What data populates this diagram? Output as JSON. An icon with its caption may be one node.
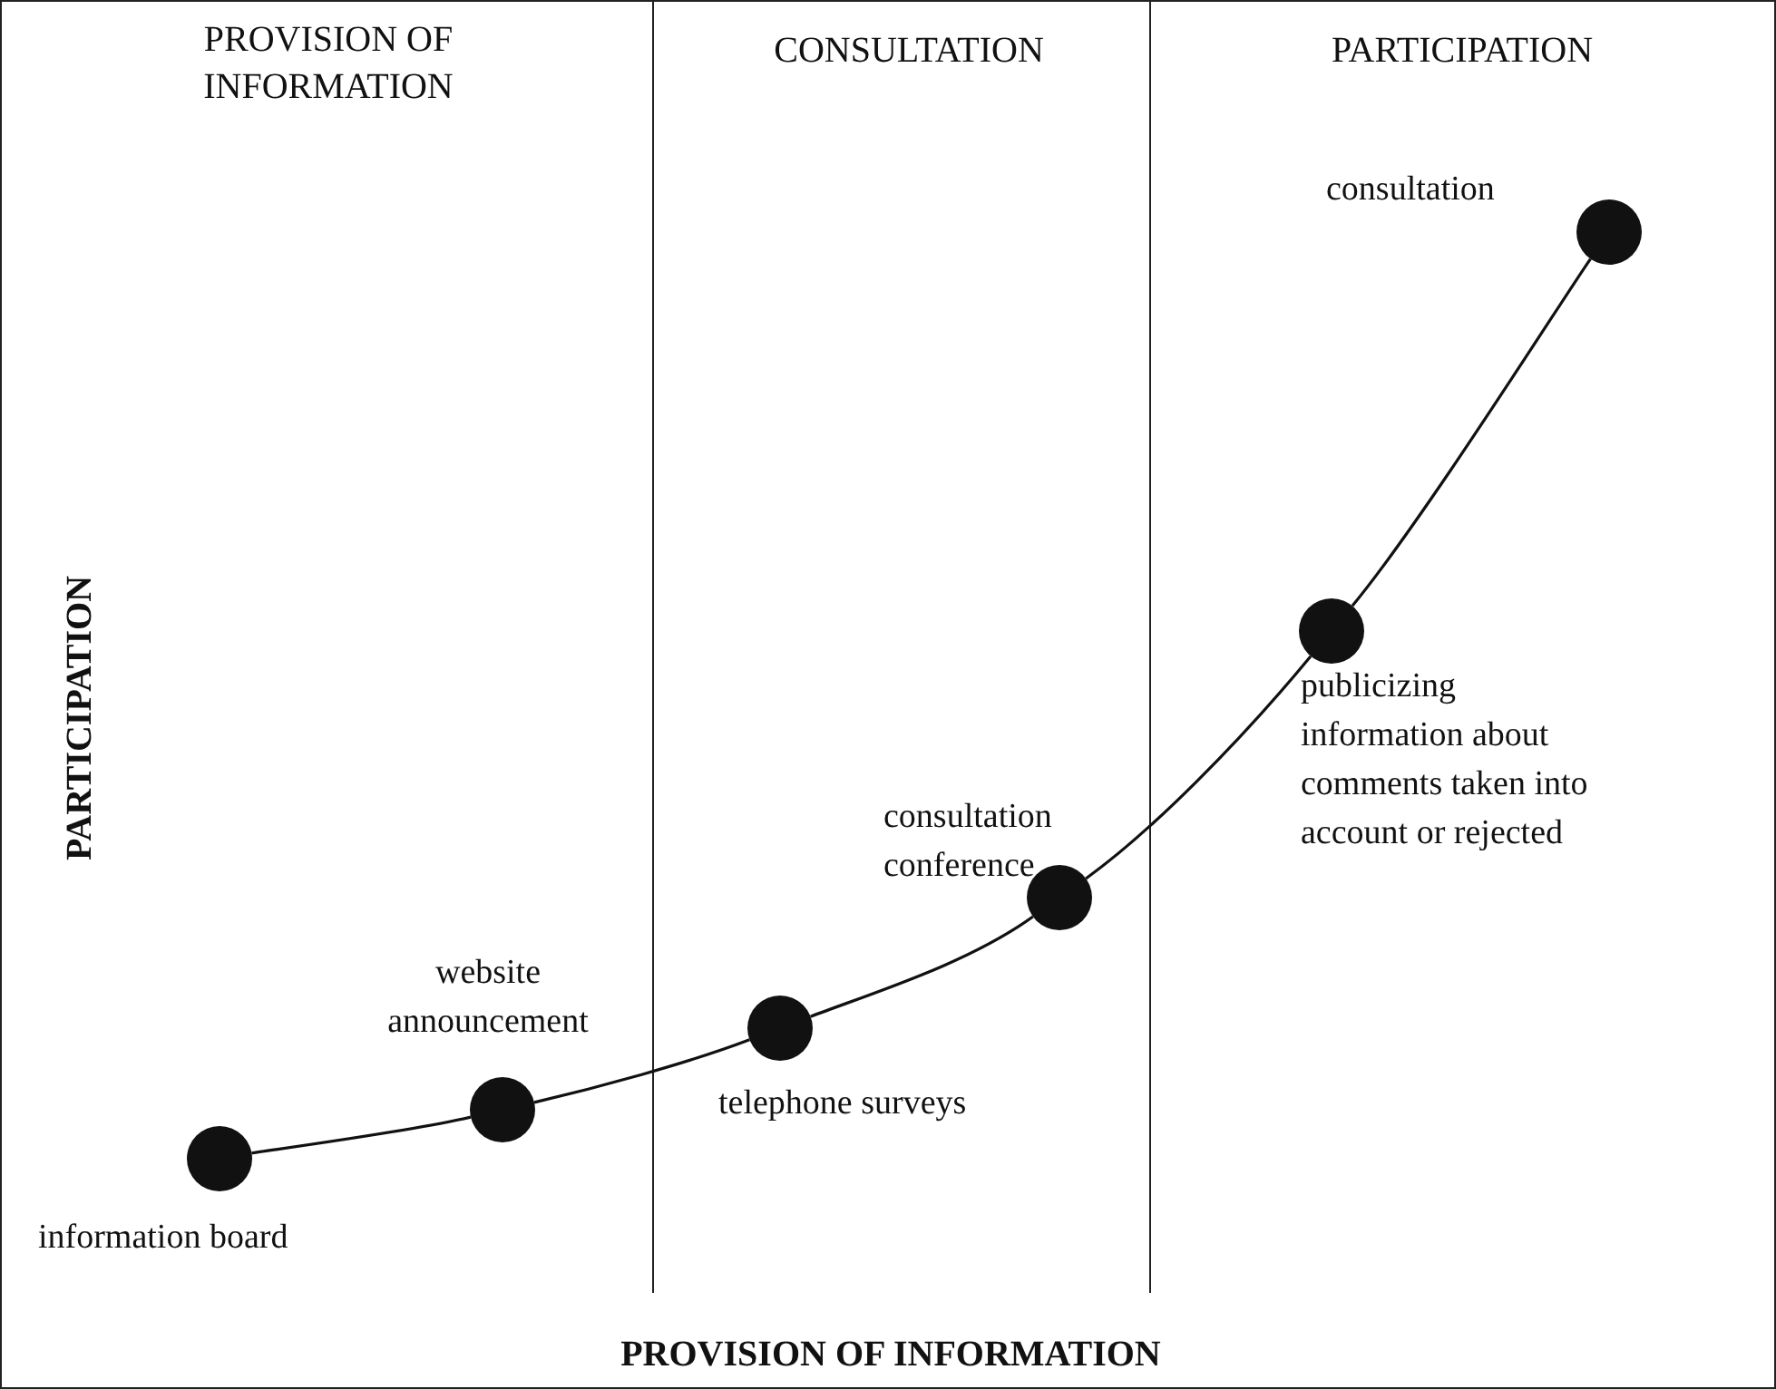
{
  "diagram": {
    "nodes": [
      {
        "text": [],
        "shape": "circle",
        "beside": [
          "information board"
        ]
      },
      {
        "text": [],
        "shape": "circle",
        "beside": [
          "website announcement"
        ]
      },
      {
        "text": [],
        "shape": "circle",
        "beside": [
          "telephone surveys"
        ]
      },
      {
        "text": [],
        "shape": "circle",
        "beside": [
          "consultation conference"
        ]
      },
      {
        "text": [],
        "shape": "circle",
        "beside": [
          "publicizing information about comments taken into account or rejected"
        ]
      },
      {
        "text": [],
        "shape": "circle",
        "beside": [
          "consultation"
        ]
      }
    ],
    "edges": [
      {
        "from": 0,
        "to": 1,
        "arrow": "none"
      },
      {
        "from": 1,
        "to": 2,
        "arrow": "none"
      },
      {
        "from": 2,
        "to": 3,
        "arrow": "none"
      },
      {
        "from": 3,
        "to": 4,
        "arrow": "none"
      },
      {
        "from": 4,
        "to": 5,
        "arrow": "none"
      }
    ],
    "labels": [
      "PROVISION OF INFORMATION",
      "CONSULTATION",
      "PARTICIPATION",
      "PARTICIPATION",
      "PROVISION OF INFORMATION"
    ]
  }
}
